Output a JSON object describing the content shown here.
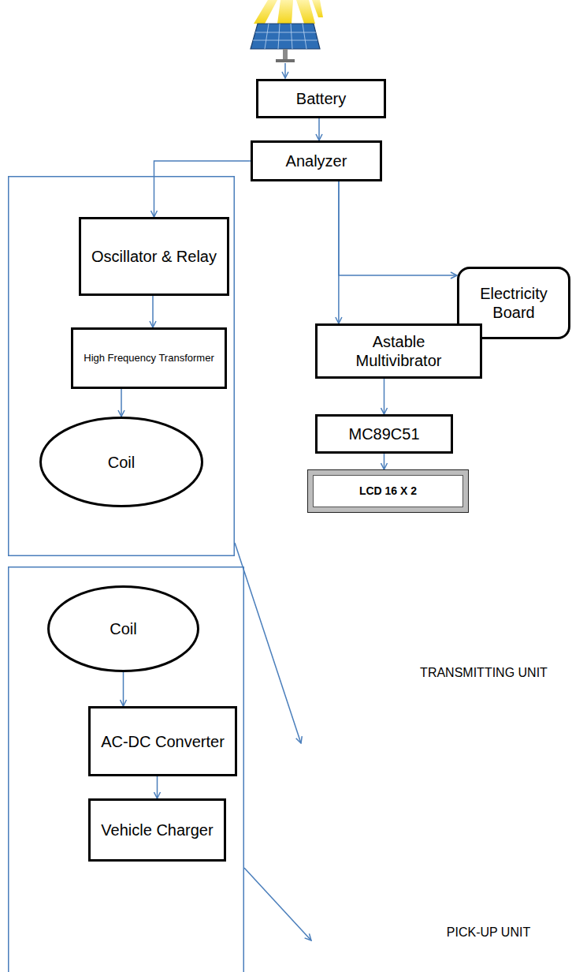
{
  "diagram": {
    "nodes": [
      {
        "text": [
          "Battery"
        ]
      },
      {
        "text": [
          "Analyzer"
        ]
      },
      {
        "text": [
          "TRANSMITTING UNIT"
        ]
      },
      {
        "text": [
          "Oscillator & Relay"
        ],
        "in": 2
      },
      {
        "text": [
          "High Frequency Transformer"
        ],
        "in": 2
      },
      {
        "text": [
          "Coil"
        ],
        "in": 2
      },
      {
        "text": [
          "Electricity Board"
        ]
      },
      {
        "text": [
          "Astable Multivibrator"
        ]
      },
      {
        "text": [
          "MC89C51"
        ]
      },
      {
        "text": [
          "LCD 16 X 2"
        ]
      },
      {
        "text": [
          "PICK-UP UNIT"
        ]
      },
      {
        "text": [
          "Coil"
        ],
        "in": 10
      },
      {
        "text": [
          "AC-DC Converter"
        ],
        "in": 10
      },
      {
        "text": [
          "Vehicle Charger"
        ],
        "in": 10
      }
    ],
    "edges": [
      {
        "from": 0,
        "to": 1,
        "arrow": "to"
      },
      {
        "from": 1,
        "to": 3,
        "arrow": "to"
      },
      {
        "from": 1,
        "to": 6,
        "arrow": "to"
      },
      {
        "from": 1,
        "to": 7,
        "arrow": "to"
      },
      {
        "from": 3,
        "to": 4,
        "arrow": "to"
      },
      {
        "from": 4,
        "to": 5,
        "arrow": "to"
      },
      {
        "from": 7,
        "to": 8,
        "arrow": "to"
      },
      {
        "from": 8,
        "to": 9,
        "arrow": "to"
      },
      {
        "from": 11,
        "to": 12,
        "arrow": "to"
      },
      {
        "from": 12,
        "to": 13,
        "arrow": "to"
      }
    ]
  }
}
